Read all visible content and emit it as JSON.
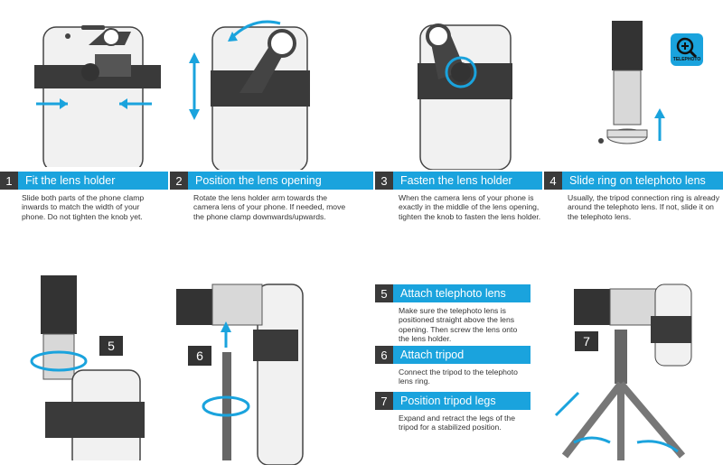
{
  "steps": [
    {
      "num": "1",
      "title": "Fit the lens holder",
      "desc": "Slide both parts of the phone clamp inwards to match the width of your phone. Do not tighten the knob yet."
    },
    {
      "num": "2",
      "title": "Position the lens opening",
      "desc": "Rotate the lens holder arm towards the camera lens of your phone. If needed, move the phone clamp downwards/upwards."
    },
    {
      "num": "3",
      "title": "Fasten the lens holder",
      "desc": "When the camera lens of your phone is exactly in the middle of the lens opening, tighten the knob to fasten the lens holder."
    },
    {
      "num": "4",
      "title": "Slide ring on telephoto lens",
      "desc": "Usually, the tripod connection ring is already around the telephoto lens. If not, slide it on the telephoto lens."
    },
    {
      "num": "5",
      "title": "Attach telephoto lens",
      "desc": "Make sure the telephoto lens is positioned straight above the lens opening. Then screw the lens onto the lens holder."
    },
    {
      "num": "6",
      "title": "Attach tripod",
      "desc": "Connect the tripod to the telephoto lens ring."
    },
    {
      "num": "7",
      "title": "Position tripod legs",
      "desc": "Expand and retract the legs of the tripod for a stabilized position."
    }
  ],
  "badges": {
    "b5": "5",
    "b6": "6",
    "b7": "7"
  },
  "icon_label": "TELEPHOTO",
  "colors": {
    "accent": "#1aa3dd",
    "dark": "#3a3a3a"
  }
}
